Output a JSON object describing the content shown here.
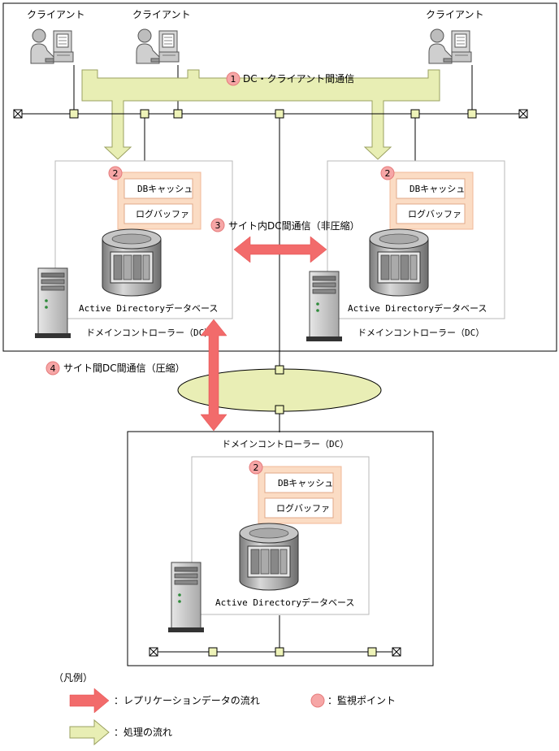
{
  "clients": {
    "label": "クライアント"
  },
  "flows": {
    "dc_client": {
      "number": "1",
      "label": "DC・クライアント間通信"
    },
    "intra_site": {
      "number": "3",
      "label": "サイト内DC間通信（非圧縮）"
    },
    "inter_site": {
      "number": "4",
      "label": "サイト間DC間通信（圧縮）"
    }
  },
  "dc": {
    "monitor_number": "2",
    "db_cache": "DBキャッシュ",
    "log_buffer": "ログバッファ",
    "database": "Active Directoryデータベース",
    "controller": "ドメインコントローラー（DC）"
  },
  "legend": {
    "title": "（凡例）",
    "replication": "：レプリケーションデータの流れ",
    "monitor_point": "：監視ポイント",
    "process": "：処理の流れ"
  },
  "colors": {
    "replication_arrow": "#f26b6b",
    "process_arrow": "#e8eeb4",
    "monitor_badge": "#f6a6a6",
    "cache_panel": "#fbdcc4",
    "cache_border": "#f0b898",
    "wan_cloud": "#e9eeb5"
  }
}
